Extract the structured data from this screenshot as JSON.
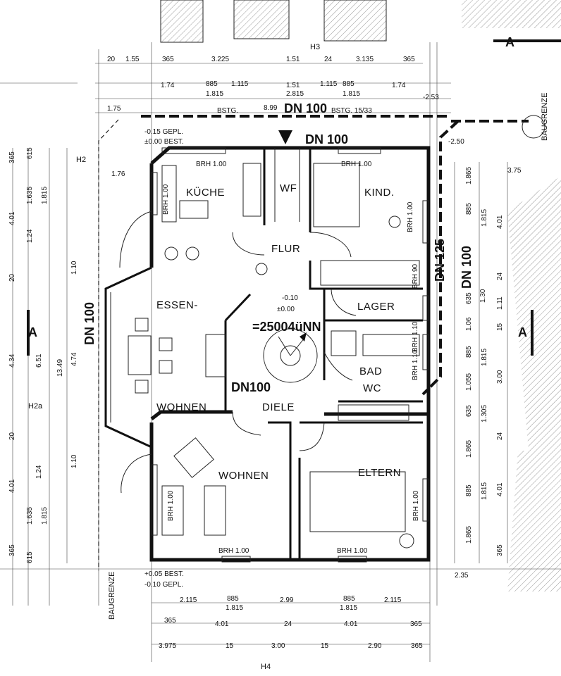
{
  "rooms": {
    "kueche": "KÜCHE",
    "wf": "WF",
    "kind": "KIND.",
    "flur": "FLUR",
    "essen": "ESSEN-",
    "lager": "LAGER",
    "bad": "BAD",
    "wc": "WC",
    "wohnen_left": "WOHNEN",
    "diele": "DIELE",
    "wohnen": "WOHNEN",
    "eltern": "ELTERN"
  },
  "labels": {
    "h3": "H3",
    "h2": "H2",
    "h2a": "H2a",
    "h4": "H4",
    "a_top": "A",
    "a_left": "A",
    "a_right": "A",
    "baugrenze_bottom": "BAUGRENZE",
    "baugrenze_right": "BAUGRENZE",
    "dn100_top": "DN 100",
    "dn100_header": "DN 100",
    "dn100_left": "DN 100",
    "dn100_right": "DN 100",
    "dn125": "DN 125",
    "dn100_mid": "DN100",
    "bstg_left": "BSTG.",
    "bstg_right": "BSTG. 15/33",
    "bstg_len": "8.99",
    "level_top_gepl": "-0.15 GEPL.",
    "level_top_best": "±0.00 BEST.",
    "level_bot_best": "+0.05 BEST.",
    "level_bot_gepl": "-0.10 GEPL.",
    "level_mid1": "-0.10",
    "level_mid2": "±0.00",
    "level_ne": "-2.53",
    "level_ne2": "-2.50",
    "level_se": "2.35",
    "stair": "=25004üNN",
    "brh_kitchen_top": "BRH 1.00",
    "brh_kind_top": "BRH 1.00",
    "brh_kitchen_side": "BRH 1.00",
    "brh_kind_side": "BRH 1.00",
    "brh_wohnen_side": "BRH 1.00",
    "brh_wohnen_bot": "BRH 1.00",
    "brh_eltern_side": "BRH 1.00",
    "brh_eltern_bot": "BRH 1.00",
    "brh_lager": "BRH 1.10",
    "brh_bad": "BRH 1.10",
    "brh_lager_top": "BRH 90"
  },
  "dims": {
    "top1": [
      "20",
      "1.55",
      "365",
      "3.225",
      "1.51",
      "24",
      "3.135",
      "365"
    ],
    "top2": [
      "1.74",
      "885",
      "1.115",
      "1.51",
      "1.115",
      "885",
      "1.74"
    ],
    "top2b": [
      "1.815",
      "2.815",
      "1.815"
    ],
    "top3": [
      "1.75",
      "1.76",
      "3.75"
    ],
    "left_outer": [
      "365",
      "615",
      "4.01",
      "1.635",
      "1.815",
      "1.24",
      "20",
      "4.34",
      "6.51",
      "13.49",
      "20",
      "1.24",
      "4.01",
      "1.635",
      "1.815",
      "365",
      "615"
    ],
    "left_inner": [
      "1.10",
      "4.74",
      "1.10"
    ],
    "right1": [
      "1.865",
      "885",
      "1.815",
      "4.01",
      "24",
      "1.30",
      "1.11",
      "635",
      "1.06",
      "15",
      "885",
      "1.815",
      "3.00",
      "1.055",
      "635",
      "1.305",
      "24",
      "1.865",
      "885",
      "1.815",
      "4.01",
      "1.865",
      "365"
    ],
    "bot1": [
      "2.115",
      "885",
      "1.815",
      "2.99",
      "885",
      "1.815",
      "2.115"
    ],
    "bot2": [
      "365",
      "4.01",
      "24",
      "4.01",
      "365"
    ],
    "bot3": [
      "3.975",
      "15",
      "3.00",
      "15",
      "2.90",
      "365"
    ]
  }
}
